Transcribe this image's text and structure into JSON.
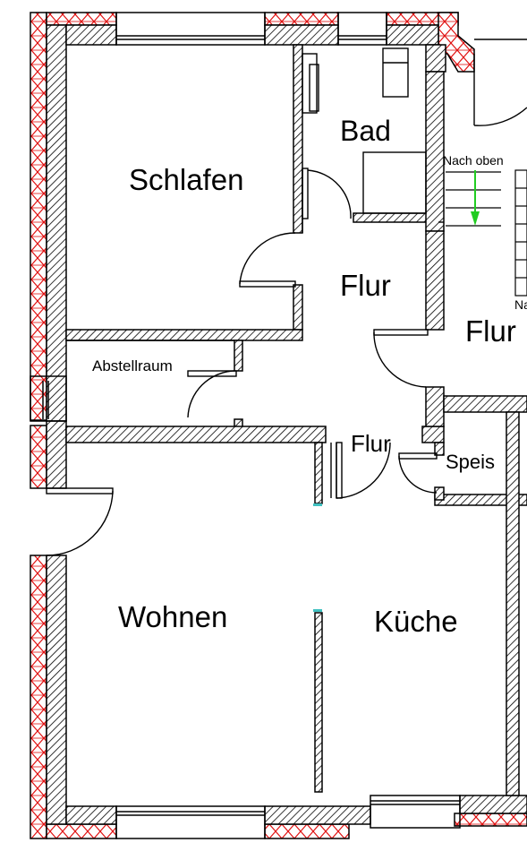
{
  "rooms": {
    "schlafen": "Schlafen",
    "bad": "Bad",
    "flur_upper": "Flur",
    "flur_right": "Flur",
    "abstellraum": "Abstellraum",
    "flur_lower": "Flur",
    "speis": "Speis",
    "wohnen": "Wohnen",
    "kueche": "Küche"
  },
  "stairs": {
    "up_label": "Nach oben",
    "cut_label": "Na"
  },
  "colors": {
    "wall_line": "#000000",
    "hatch": "#000000",
    "insulation": "#e01010",
    "stair_arrow": "#22cc22",
    "marker": "#40c0c0"
  }
}
